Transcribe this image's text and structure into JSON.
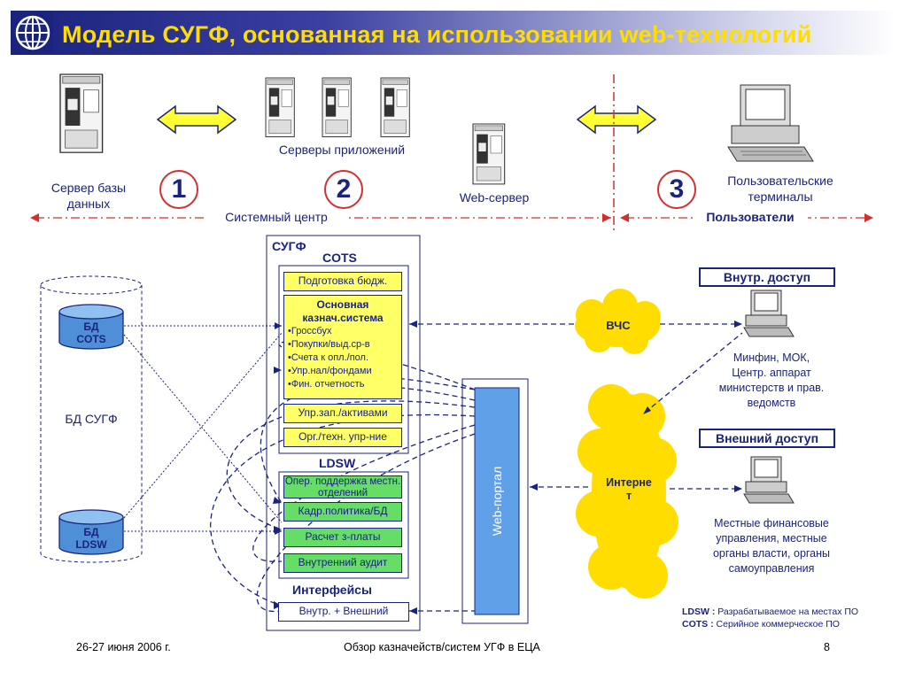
{
  "title": "Модель СУГФ, основанная на использовании web-технологий",
  "top": {
    "db_server_label": "Сервер базы данных",
    "app_servers_label": "Серверы приложений",
    "web_server_label": "Web-сервер",
    "user_terminals_label": "Пользовательские терминалы",
    "num1": "1",
    "num2": "2",
    "num3": "3",
    "system_center": "Системный центр",
    "users": "Пользователи"
  },
  "left": {
    "bd_sugf": "БД СУГФ",
    "bd_cots_line1": "БД",
    "bd_cots_line2": "COTS",
    "bd_ldsw_line1": "БД",
    "bd_ldsw_line2": "LDSW"
  },
  "center": {
    "sugf": "СУГФ",
    "cots": "COTS",
    "budget_prep": "Подготовка бюдж.",
    "main_treasury_title": "Основная казнач.система",
    "main_treasury_items": [
      "•Гроссбух",
      "•Покупки/выд.ср-в",
      "•Счета к опл./пол.",
      "•Упр.нал/фондами",
      "•Фин. отчетность"
    ],
    "asset_mgmt": "Упр.зап./активами",
    "org_tech": "Орг./техн. упр-ние",
    "ldsw": "LDSW",
    "oper_support": "Опер. поддержка местн. отделений",
    "hr_policy": "Кадр.политика/БД",
    "payroll": "Расчет з-платы",
    "internal_audit": "Внутренний аудит",
    "interfaces": "Интерфейсы",
    "int_ext": "Внутр. + Внешний",
    "web_portal": "Web-портал"
  },
  "network": {
    "vchs": "ВЧС",
    "internet_line1": "Интерне",
    "internet_line2": "т"
  },
  "right": {
    "internal_access": "Внутр. доступ",
    "internal_desc": [
      "Минфин, МОК,",
      "Центр. аппарат",
      "министерств и прав.",
      "ведомств"
    ],
    "external_access": "Внешний доступ",
    "external_desc": [
      "Местные финансовые",
      "управления, местные",
      "органы власти, органы",
      "самоуправления"
    ]
  },
  "legend": {
    "ldsw_key": "LDSW :",
    "ldsw_text": "Разрабатываемое на местах ПО",
    "cots_key": "COTS  :",
    "cots_text": "Серийное коммерческое ПО"
  },
  "footer": {
    "date": "26-27 июня 2006 г.",
    "center": "Обзор казначейств/систем УГФ в ЕЦА",
    "page": "8"
  },
  "colors": {
    "navy": "#1a237e",
    "title_text": "#ffdd00",
    "yellow_module": "#ffff66",
    "green_module": "#66dd66",
    "cloud": "#ffdd00",
    "red_line": "#d32f2f"
  }
}
